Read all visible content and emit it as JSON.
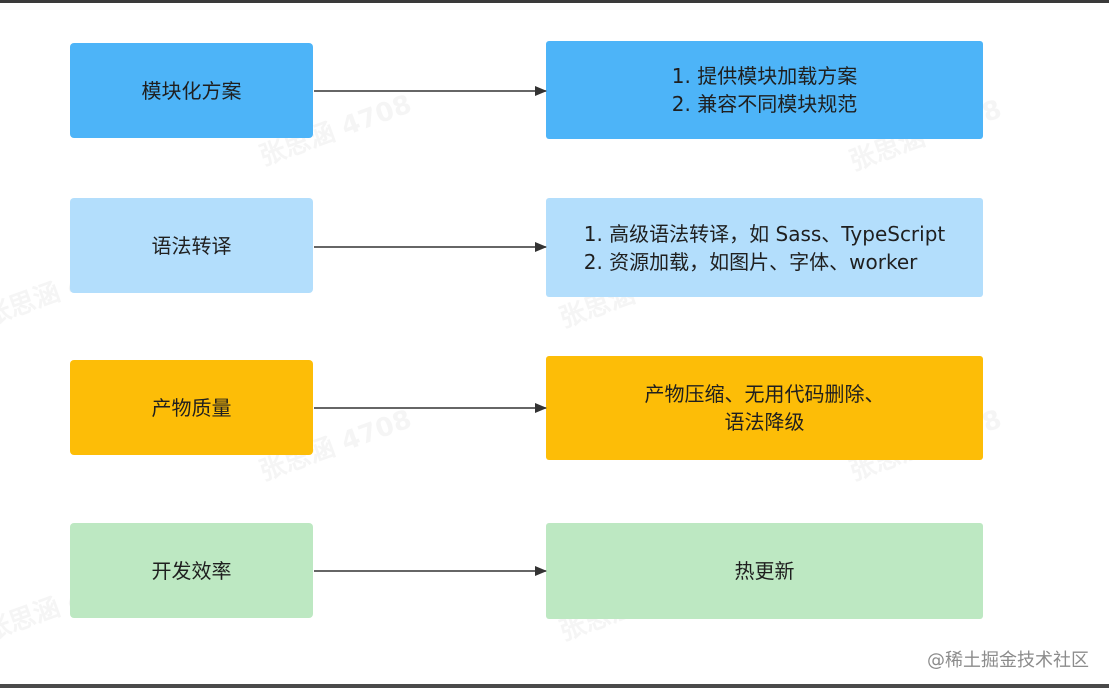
{
  "colors": {
    "blue": "#4db4f8",
    "light_blue": "#b3defc",
    "orange": "#fdbd07",
    "light_green": "#bde8c2",
    "arrow": "#333333"
  },
  "rows": [
    {
      "left": "模块化方案",
      "right": [
        "1. 提供模块加载方案",
        "2. 兼容不同模块规范"
      ]
    },
    {
      "left": "语法转译",
      "right": [
        "1. 高级语法转译，如 Sass、TypeScript",
        "2. 资源加载，如图片、字体、worker"
      ]
    },
    {
      "left": "产物质量",
      "right": [
        "产物压缩、无用代码删除、",
        "语法降级"
      ]
    },
    {
      "left": "开发效率",
      "right": [
        "热更新"
      ]
    }
  ],
  "watermark_text": "张思涵 4708",
  "credit": "@稀土掘金技术社区"
}
